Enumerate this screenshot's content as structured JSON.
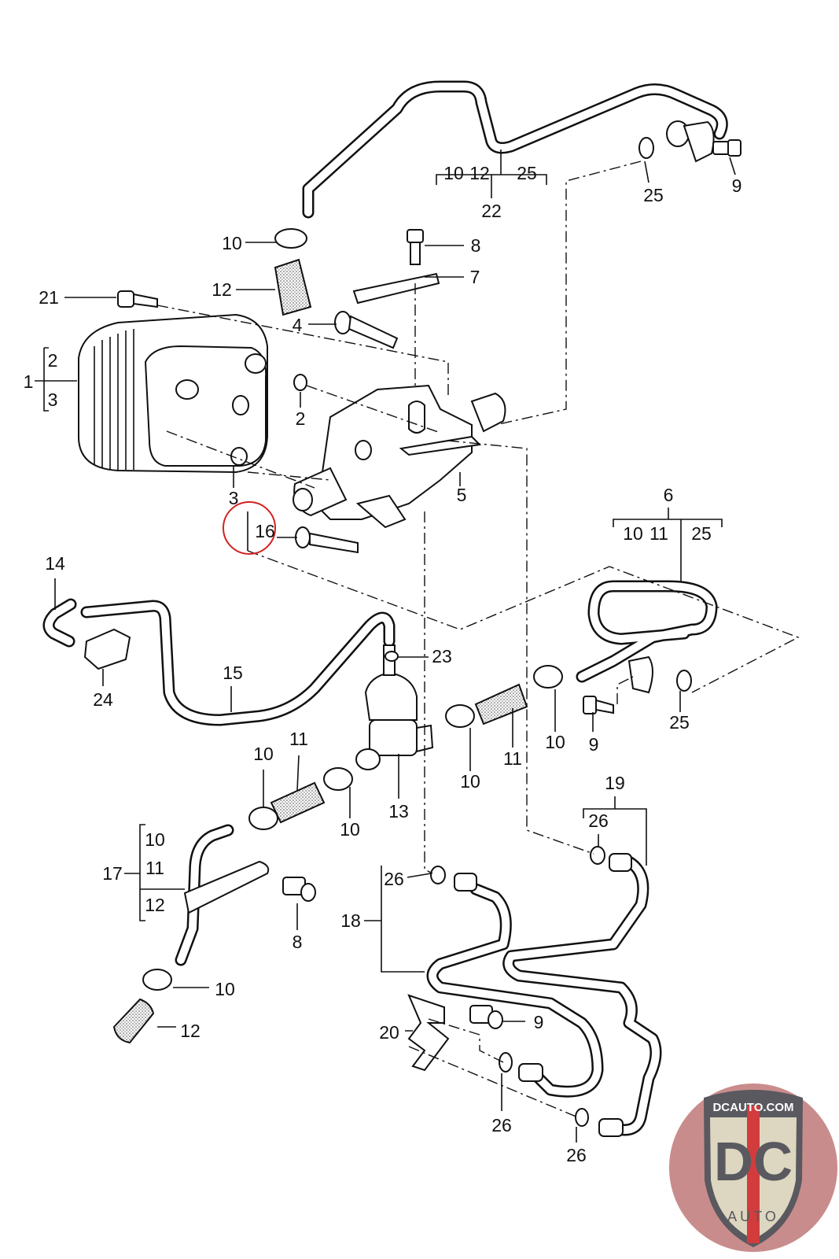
{
  "diagram": {
    "callouts": [
      "10",
      "12",
      "25",
      "22",
      "25",
      "9",
      "10",
      "8",
      "7",
      "12",
      "21",
      "4",
      "1",
      "2",
      "3",
      "2",
      "3",
      "5",
      "16",
      "6",
      "10",
      "11",
      "25",
      "14",
      "15",
      "23",
      "24",
      "25",
      "9",
      "10",
      "11",
      "10",
      "11",
      "10",
      "10",
      "13",
      "19",
      "26",
      "17",
      "10",
      "11",
      "12",
      "26",
      "18",
      "8",
      "10",
      "12",
      "20",
      "9",
      "26",
      "26"
    ],
    "highlight_color": "#d42020"
  },
  "logo": {
    "top_text": "DCAUTO.COM",
    "main_text": "DC",
    "sub_text": "AUTO",
    "colors": {
      "badge": "#c98c8c",
      "shield": "#ddd6c0",
      "letters": "#59595f",
      "stripe": "#d23c3c"
    }
  }
}
